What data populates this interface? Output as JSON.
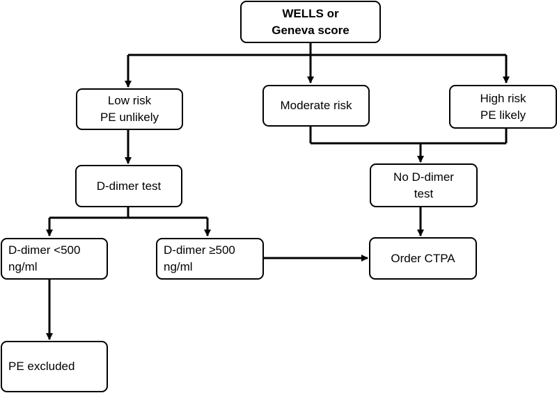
{
  "nodes": {
    "start": {
      "line1": "WELLS or",
      "line2": "Geneva score"
    },
    "low_risk": {
      "line1": "Low risk",
      "line2": "PE unlikely"
    },
    "moderate_risk": {
      "line1": "Moderate risk"
    },
    "high_risk": {
      "line1": "High risk",
      "line2": "PE likely"
    },
    "ddimer_test": {
      "line1": "D-dimer test"
    },
    "no_ddimer": {
      "line1": "No D-dimer",
      "line2": "test"
    },
    "ddimer_low": {
      "line1": "D-dimer <500",
      "line2": "ng/ml"
    },
    "ddimer_high": {
      "line1": "D-dimer ≥500",
      "line2": "ng/ml"
    },
    "order_ctpa": {
      "line1": "Order CTPA"
    },
    "pe_excluded": {
      "line1": "PE excluded"
    }
  }
}
